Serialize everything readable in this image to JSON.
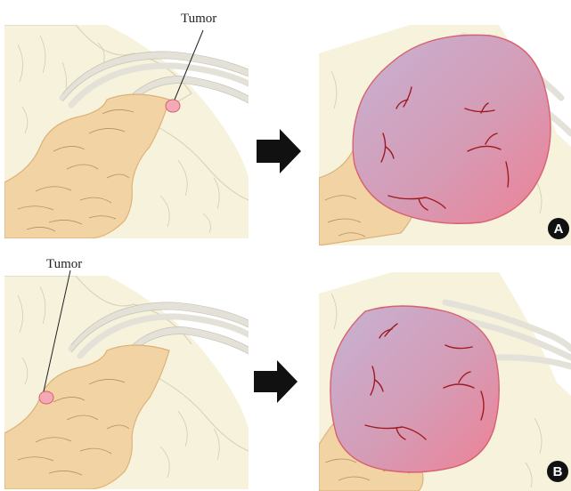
{
  "labels": {
    "tumor_top": "Tumor",
    "tumor_bottom": "Tumor"
  },
  "badges": {
    "a": "A",
    "b": "B"
  },
  "colors": {
    "tissue": "#F6F2DC",
    "tissue_line": "#D8D4BC",
    "gland": "#F2D3A4",
    "gland_line": "#DDB27A",
    "tumor_fill_start": "#C6B2D4",
    "tumor_fill_end": "#EE8196",
    "tumor_outline": "#D86070",
    "vessel": "#9E1A22",
    "arrow": "#111111",
    "badge": "#111111"
  },
  "icons": {
    "transition": "right-arrow-icon"
  }
}
